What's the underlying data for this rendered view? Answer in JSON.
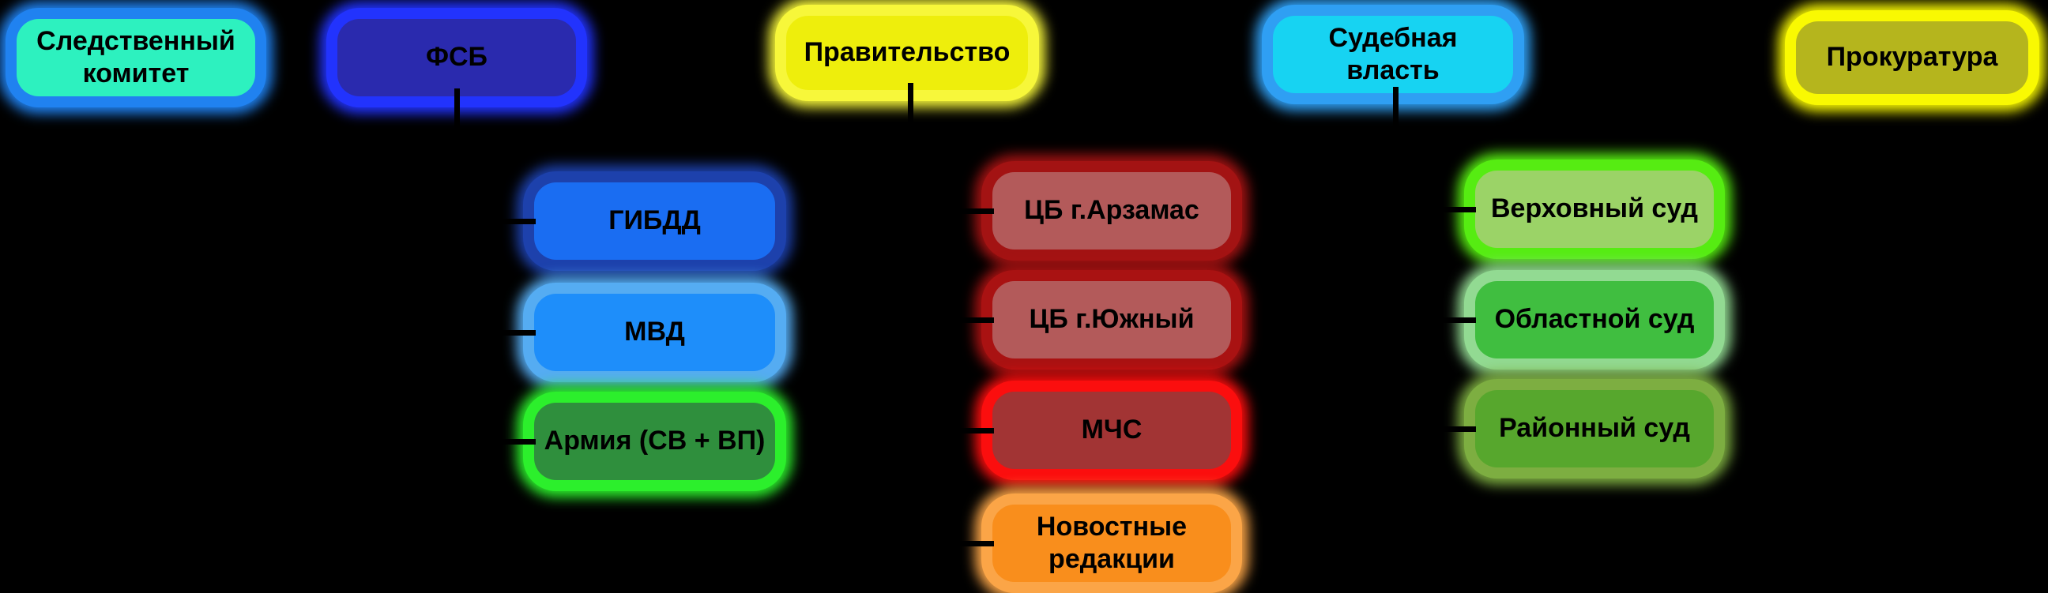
{
  "diagram": {
    "title": "Org hierarchy diagram",
    "background": "#000000",
    "connector_color": "#000000",
    "tree": [
      {
        "id": "sledstvennyy-komitet",
        "label": "Следственный комитет",
        "label_lines": [
          "Следственный",
          "комитет"
        ],
        "fill": "#2DF1BF",
        "glow": "#2082F0",
        "children": []
      },
      {
        "id": "fsb",
        "label": "ФСБ",
        "label_lines": [
          "ФСБ"
        ],
        "fill": "#2A2AAE",
        "glow": "#2233FD",
        "children": [
          {
            "id": "gibdd",
            "label": "ГИБДД",
            "label_lines": [
              "ГИБДД"
            ],
            "fill": "#1A6DF2",
            "glow": "#1D41AC"
          },
          {
            "id": "mvd",
            "label": "МВД",
            "label_lines": [
              "МВД"
            ],
            "fill": "#1E8EFA",
            "glow": "#55ACF2"
          },
          {
            "id": "armiya",
            "label": "Армия (СВ + ВП)",
            "label_lines": [
              "Армия (СВ + ВП)"
            ],
            "fill": "#2F8F3D",
            "glow": "#2CEF2C"
          }
        ]
      },
      {
        "id": "pravitelstvo",
        "label": "Правительство",
        "label_lines": [
          "Правительство"
        ],
        "fill": "#EEEE0C",
        "glow": "#F7F73A",
        "children": [
          {
            "id": "tsb-arzamas",
            "label": "ЦБ г.Арзамас",
            "label_lines": [
              "ЦБ г.Арзамас"
            ],
            "fill": "#B35A5A",
            "glow": "#A31313"
          },
          {
            "id": "tsb-yuzhnyy",
            "label": "ЦБ г.Южный",
            "label_lines": [
              "ЦБ г.Южный"
            ],
            "fill": "#B35A5A",
            "glow": "#A91212"
          },
          {
            "id": "mchs",
            "label": "МЧС",
            "label_lines": [
              "МЧС"
            ],
            "fill": "#A23434",
            "glow": "#FB0E0E"
          },
          {
            "id": "novostnye-redaktsii",
            "label": "Новостные редакции",
            "label_lines": [
              "Новостные",
              "редакции"
            ],
            "fill": "#F98E1C",
            "glow": "#FBA547"
          }
        ]
      },
      {
        "id": "sudebnaya-vlast",
        "label": "Судебная власть",
        "label_lines": [
          "Судебная",
          "власть"
        ],
        "fill": "#17D3F2",
        "glow": "#2F9FF3",
        "children": [
          {
            "id": "verkhovnyy-sud",
            "label": "Верховный суд",
            "label_lines": [
              "Верховный суд"
            ],
            "fill": "#9BD367",
            "glow": "#56EC12"
          },
          {
            "id": "oblastnoy-sud",
            "label": "Областной суд",
            "label_lines": [
              "Областной суд"
            ],
            "fill": "#40BE40",
            "glow": "#92DA92"
          },
          {
            "id": "rayonnyy-sud",
            "label": "Районный суд",
            "label_lines": [
              "Районный суд"
            ],
            "fill": "#57A72D",
            "glow": "#7DAE41"
          }
        ]
      },
      {
        "id": "prokuratura",
        "label": "Прокуратура",
        "label_lines": [
          "Прокуратура"
        ],
        "fill": "#B5B51D",
        "glow": "#F9F902",
        "children": []
      }
    ]
  }
}
